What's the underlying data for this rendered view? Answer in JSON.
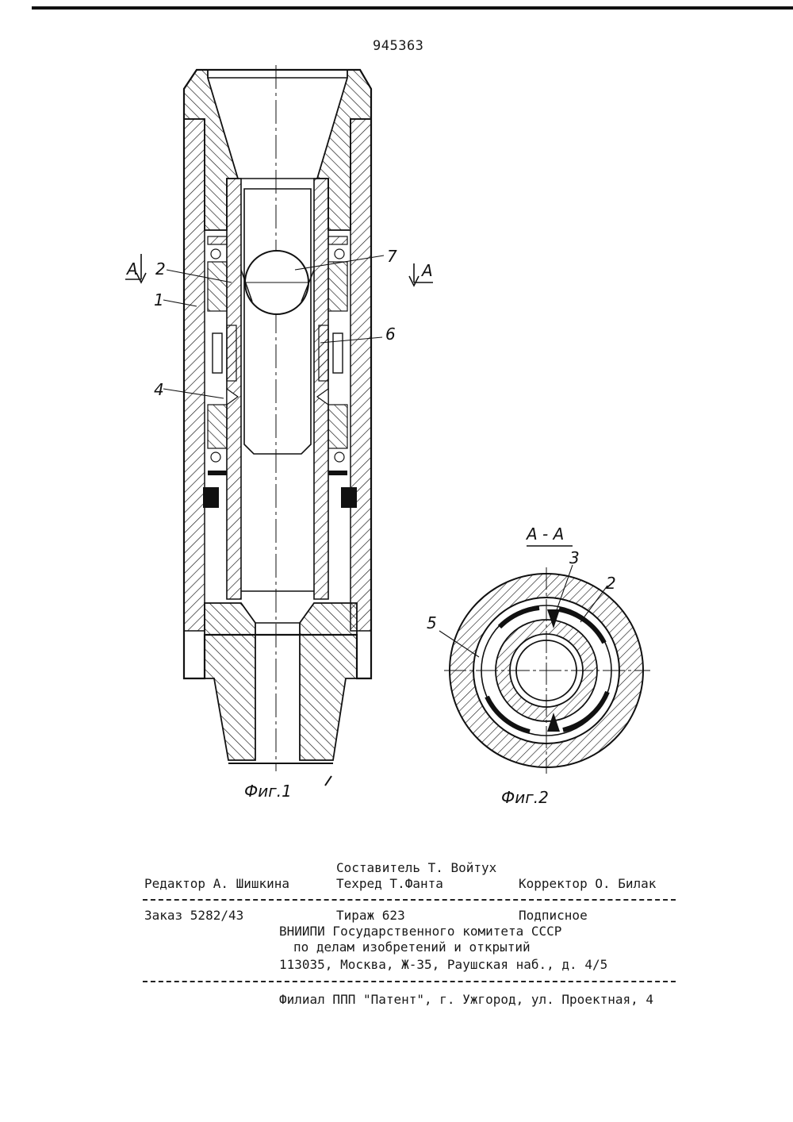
{
  "patent_number": "945363",
  "figures": {
    "fig1": {
      "caption": "Фиг.1",
      "section_marks": [
        "А",
        "А"
      ],
      "labels": [
        "1",
        "2",
        "4",
        "6",
        "7"
      ]
    },
    "fig2": {
      "caption": "Фиг.2",
      "section_title": "А - А",
      "labels": [
        "2",
        "3",
        "5"
      ]
    }
  },
  "imprint": {
    "composer": "Составитель Т. Войтух",
    "editor": "Редактор А. Шишкина",
    "techred": "Техред Т.Фанта",
    "corrector": "Корректор О. Билак",
    "order": "Заказ 5282/43",
    "circulation": "Тираж 623",
    "subscription": "Подписное",
    "org_line1": "ВНИИПИ Государственного комитета СССР",
    "org_line2": "по делам изобретений и открытий",
    "address": "113035, Москва, Ж-35, Раушская наб., д. 4/5",
    "branch": "Филиал ППП \"Патент\", г. Ужгород, ул. Проектная, 4"
  },
  "colors": {
    "ink": "#111111",
    "paper": "#ffffff"
  }
}
